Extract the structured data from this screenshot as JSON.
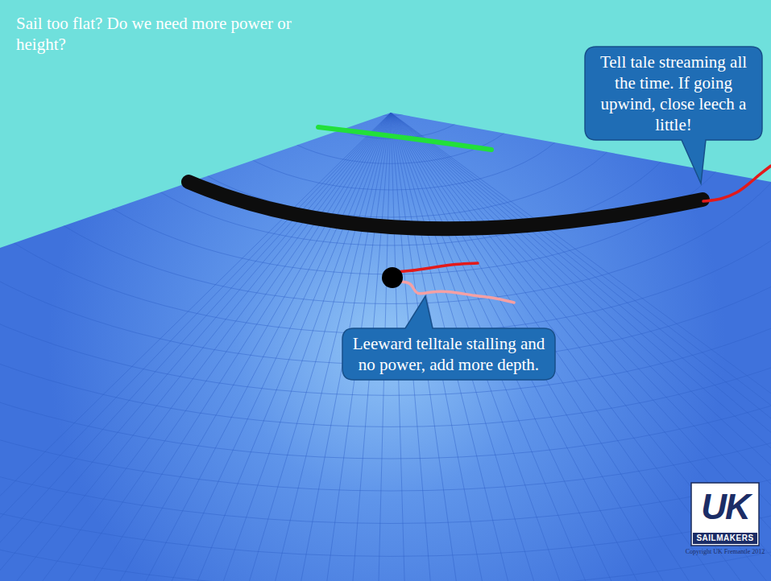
{
  "diagram": {
    "title": "Sail too flat? Do we need more power or height?",
    "nodes": [
      {
        "text": [
          "Tell tale streaming all the time. If going upwind, close leech a little!"
        ]
      },
      {
        "text": [
          "Leeward telltale stalling and no power, add more depth."
        ]
      }
    ],
    "labels": [
      "UK",
      "SAILMAKERS",
      "Copyright UK Fremantle 2012"
    ]
  }
}
